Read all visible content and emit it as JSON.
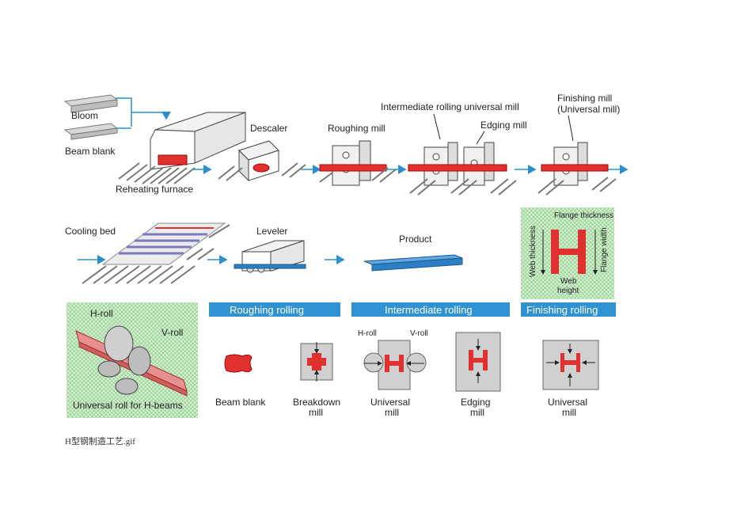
{
  "labels": {
    "bloom": "Bloom",
    "beam_blank": "Beam blank",
    "reheating_furnace": "Reheating furnace",
    "descaler": "Descaler",
    "roughing_mill": "Roughing mill",
    "intermediate_mill": "Intermediate rolling universal mill",
    "edging_mill": "Edging mill",
    "finishing_mill": "Finishing mill",
    "finishing_mill_sub": "(Universal mill)",
    "cooling_bed": "Cooling bed",
    "leveler": "Leveler",
    "product": "Product",
    "flange_thickness": "Flange thickness",
    "web_thickness": "Web thickness",
    "flange_width": "Flange width",
    "web_height_1": "Web",
    "web_height_2": "height",
    "h_roll": "H-roll",
    "v_roll": "V-roll",
    "universal_roll": "Universal roll for H-beams",
    "h_roll_small": "H-roll",
    "v_roll_small": "V-roll"
  },
  "bands": {
    "roughing": "Roughing rolling",
    "intermediate": "Intermediate rolling",
    "finishing": "Finishing rolling"
  },
  "stages": {
    "beam_blank": "Beam blank",
    "breakdown_1": "Breakdown",
    "breakdown_2": "mill",
    "universal_1": "Universal",
    "universal_2": "mill",
    "edging_1": "Edging",
    "edging_2": "mill",
    "universal_f_1": "Universal",
    "universal_f_2": "mill"
  },
  "caption": "H型钢制造工艺.gif",
  "colors": {
    "steel_red": "#e03030",
    "flow_blue": "#2a8fd0",
    "band_blue": "#2f93d3",
    "product_blue": "#2c7fc4",
    "grid_green": "#8fcf8f"
  }
}
